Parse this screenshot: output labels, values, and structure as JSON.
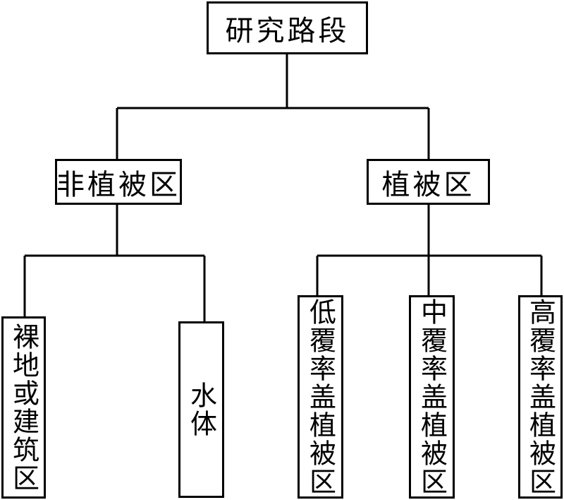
{
  "root": {
    "label": "研究路段"
  },
  "branches": [
    {
      "label": "非植被区",
      "children": [
        {
          "label": "裸地或建筑区"
        },
        {
          "label": "水体"
        }
      ]
    },
    {
      "label": "植被区",
      "children": [
        {
          "label": "低覆率盖植被区"
        },
        {
          "label": "中覆率盖植被区"
        },
        {
          "label": "高覆率盖植被区"
        }
      ]
    }
  ]
}
